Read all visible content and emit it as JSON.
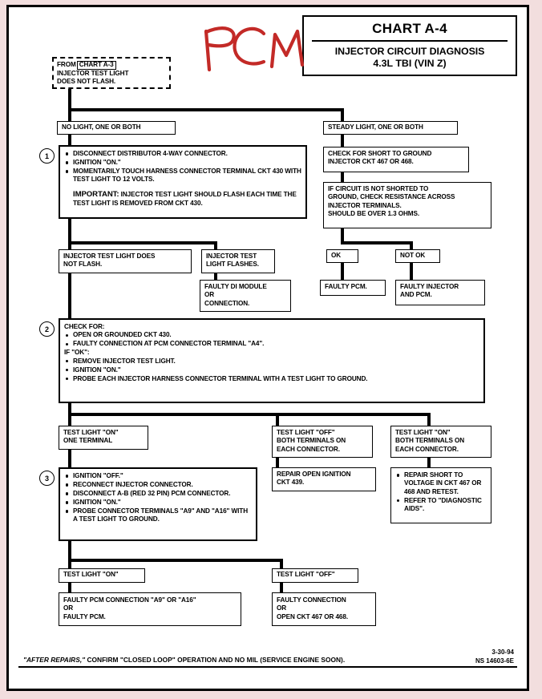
{
  "header": {
    "chart_no": "CHART A-4",
    "title_line1": "INJECTOR CIRCUIT DIAGNOSIS",
    "title_line2": "4.3L  TBI  (VIN Z)"
  },
  "annotation": {
    "handwritten": "PCM",
    "color": "#cc2222"
  },
  "entry": {
    "from_label": "FROM",
    "from_chart": "CHART A-3",
    "line2": "INJECTOR TEST LIGHT",
    "line3": "DOES NOT FLASH."
  },
  "branches": {
    "left": "NO LIGHT, ONE OR BOTH",
    "right": "STEADY LIGHT, ONE OR BOTH"
  },
  "step1": {
    "number": "1",
    "bullets": [
      "DISCONNECT DISTRIBUTOR 4-WAY CONNECTOR.",
      "IGNITION \"ON.\"",
      "MOMENTARILY TOUCH HARNESS CONNECTOR TERMINAL CKT 430 WITH TEST LIGHT TO 12 VOLTS."
    ],
    "important_label": "IMPORTANT:",
    "important_text": "INJECTOR TEST LIGHT SHOULD FLASH EACH TIME THE TEST LIGHT IS REMOVED FROM CKT 430."
  },
  "right_branch": {
    "check_short": "CHECK FOR SHORT TO GROUND INJECTOR CKT 467 OR 468.",
    "resistance": [
      "IF CIRCUIT IS NOT SHORTED TO",
      "GROUND, CHECK RESISTANCE ACROSS",
      "INJECTOR TERMINALS.",
      "SHOULD BE OVER 1.3 OHMS."
    ],
    "ok_label": "OK",
    "not_ok_label": "NOT OK",
    "ok_result": "FAULTY PCM.",
    "not_ok_result_l1": "FAULTY INJECTOR",
    "not_ok_result_l2": "AND PCM."
  },
  "mid_row": {
    "no_flash_l1": "INJECTOR TEST LIGHT DOES",
    "no_flash_l2": "NOT FLASH.",
    "flashes_l1": "INJECTOR TEST",
    "flashes_l2": "LIGHT FLASHES.",
    "di_module_l1": "FAULTY DI MODULE",
    "di_module_l2": "OR",
    "di_module_l3": "CONNECTION."
  },
  "step2": {
    "number": "2",
    "heading": "CHECK FOR:",
    "bullets_a": [
      "OPEN OR GROUNDED CKT 430.",
      "FAULTY CONNECTION AT PCM CONNECTOR TERMINAL \"A4\"."
    ],
    "if_ok": "IF \"OK\":",
    "bullets_b": [
      "REMOVE INJECTOR TEST LIGHT.",
      "IGNITION \"ON.\"",
      "PROBE EACH  INJECTOR HARNESS CONNECTOR TERMINAL WITH A TEST LIGHT TO GROUND."
    ]
  },
  "result_row": {
    "on_one_l1": "TEST LIGHT \"ON\"",
    "on_one_l2": "ONE TERMINAL",
    "off_both_l1": "TEST LIGHT \"OFF\"",
    "off_both_l2": "BOTH TERMINALS ON",
    "off_both_l3": "EACH CONNECTOR.",
    "on_both_l1": "TEST LIGHT \"ON\"",
    "on_both_l2": "BOTH TERMINALS ON",
    "on_both_l3": "EACH CONNECTOR."
  },
  "step3": {
    "number": "3",
    "bullets": [
      "IGNITION \"OFF.\"",
      "RECONNECT INJECTOR CONNECTOR.",
      "DISCONNECT A-B (RED 32 PIN) PCM CONNECTOR.",
      "IGNITION \"ON.\"",
      "PROBE CONNECTOR TERMINALS \"A9\" AND \"A16\" WITH A TEST LIGHT TO GROUND."
    ]
  },
  "repair_open": {
    "l1": "REPAIR OPEN IGNITION",
    "l2": "CKT 439."
  },
  "repair_short": {
    "bullets": [
      "REPAIR SHORT TO VOLTAGE IN CKT 467 OR 468 AND RETEST.",
      "REFER TO \"DIAGNOSTIC AIDS\"."
    ]
  },
  "bottom": {
    "on_label": "TEST LIGHT \"ON\"",
    "off_label": "TEST LIGHT \"OFF\"",
    "on_result_l1": "FAULTY PCM CONNECTION \"A9\" OR \"A16\"",
    "on_result_l2": "OR",
    "on_result_l3": "FAULTY PCM.",
    "off_result_l1": "FAULTY CONNECTION",
    "off_result_l2": "OR",
    "off_result_l3": "OPEN CKT  467 OR 468."
  },
  "footer": {
    "italic": "\"AFTER REPAIRS,\"",
    "rest": " CONFIRM \"CLOSED LOOP\" OPERATION AND NO MIL (SERVICE ENGINE SOON).",
    "date": "3-30-94",
    "part_no": "NS 14603-6E"
  }
}
